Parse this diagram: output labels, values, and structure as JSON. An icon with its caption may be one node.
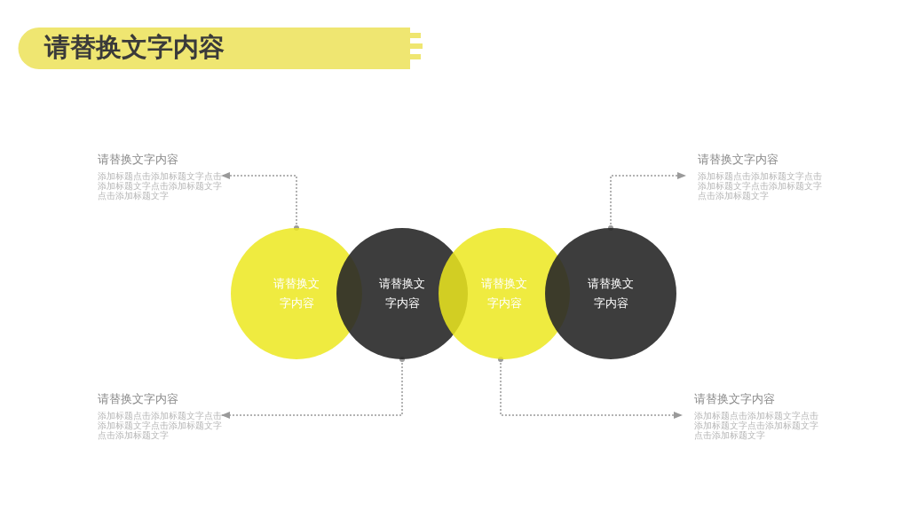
{
  "diagram": {
    "title": "请替换文字内容",
    "nodes": [
      {
        "text": [
          "请替换文字内容"
        ]
      },
      {
        "text": [
          "请替换文字内容"
        ]
      },
      {
        "text": [
          "请替换文字内容"
        ]
      },
      {
        "text": [
          "请替换文字内容"
        ]
      },
      {
        "text": [
          "请替换文字内容",
          "添加标题点击添加标题文字点击添加标题文字点击添加标题文字点击添加标题文字"
        ]
      },
      {
        "text": [
          "请替换文字内容",
          "添加标题点击添加标题文字点击添加标题文字点击添加标题文字点击添加标题文字"
        ]
      },
      {
        "text": [
          "请替换文字内容",
          "添加标题点击添加标题文字点击添加标题文字点击添加标题文字点击添加标题文字"
        ]
      },
      {
        "text": [
          "请替换文字内容",
          "添加标题点击添加标题文字点击添加标题文字点击添加标题文字点击添加标题文字"
        ]
      }
    ],
    "edges": [
      {
        "from": 0,
        "to": 4,
        "arrow": "to",
        "style": "dashed"
      },
      {
        "from": 3,
        "to": 5,
        "arrow": "to",
        "style": "dashed"
      },
      {
        "from": 1,
        "to": 6,
        "arrow": "to",
        "style": "dashed"
      },
      {
        "from": 2,
        "to": 7,
        "arrow": "to",
        "style": "dashed"
      }
    ]
  }
}
